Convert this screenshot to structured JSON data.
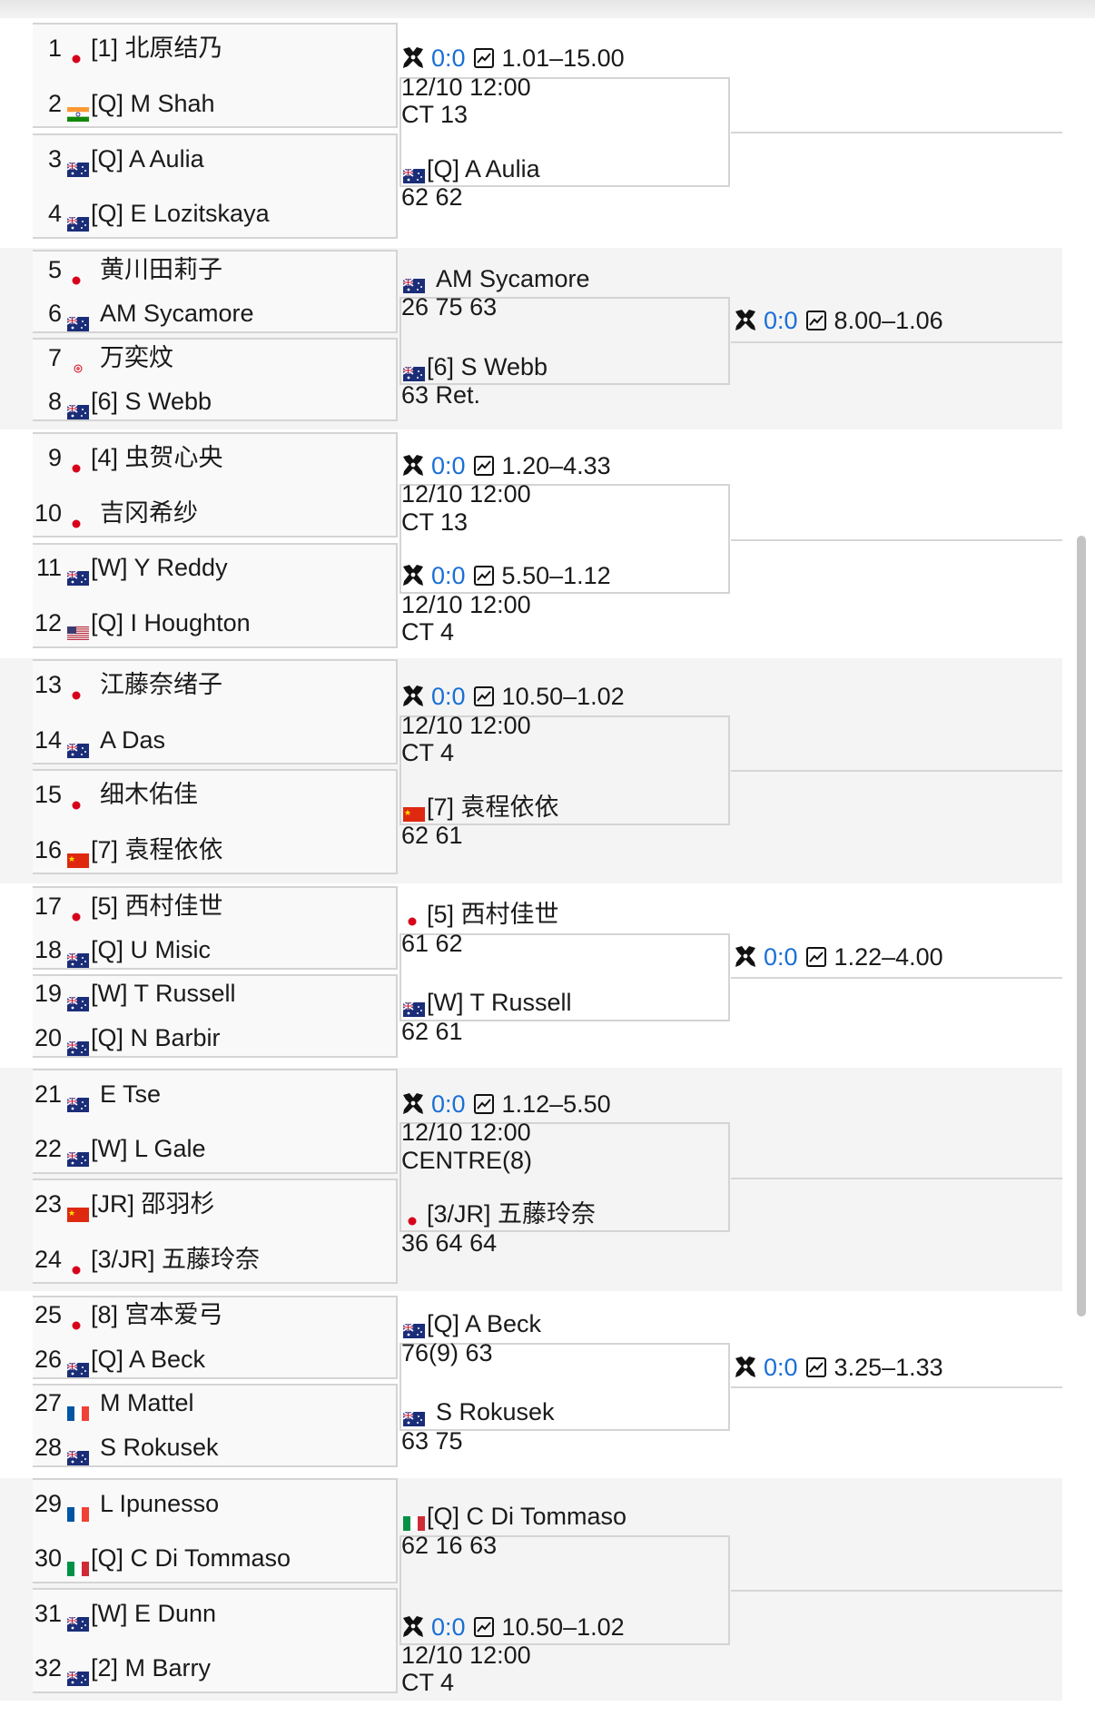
{
  "colors": {
    "odds_blue": "#1a6fd6",
    "jp": "#d7001a",
    "cn": "#de2910",
    "au_blue": "#1a2d78",
    "in_orange": "#ff9933",
    "in_green": "#138808",
    "us_red": "#b22234",
    "it_green": "#009246",
    "fr_blue": "#0055a4"
  },
  "players": [
    {
      "num": "1",
      "flag": "jp",
      "name": "[1] 北原结乃"
    },
    {
      "num": "2",
      "flag": "in",
      "name": "[Q] M Shah"
    },
    {
      "num": "3",
      "flag": "au",
      "name": "[Q] A Aulia"
    },
    {
      "num": "4",
      "flag": "au",
      "name": "[Q] E Lozitskaya"
    },
    {
      "num": "5",
      "flag": "jp",
      "name": "黄川田莉子"
    },
    {
      "num": "6",
      "flag": "au",
      "name": "AM Sycamore"
    },
    {
      "num": "7",
      "flag": "hk",
      "name": "万奕炆"
    },
    {
      "num": "8",
      "flag": "au",
      "name": "[6] S Webb"
    },
    {
      "num": "9",
      "flag": "jp",
      "name": "[4] 虫贺心央"
    },
    {
      "num": "10",
      "flag": "jp",
      "name": "吉冈希纱"
    },
    {
      "num": "11",
      "flag": "au",
      "name": "[W] Y Reddy"
    },
    {
      "num": "12",
      "flag": "us",
      "name": "[Q] I Houghton"
    },
    {
      "num": "13",
      "flag": "jp",
      "name": "江藤奈绪子"
    },
    {
      "num": "14",
      "flag": "au",
      "name": "A Das"
    },
    {
      "num": "15",
      "flag": "jp",
      "name": "细木佑佳"
    },
    {
      "num": "16",
      "flag": "cn",
      "name": "[7] 袁程依依"
    },
    {
      "num": "17",
      "flag": "jp",
      "name": "[5] 西村佳世"
    },
    {
      "num": "18",
      "flag": "au",
      "name": "[Q] U Misic"
    },
    {
      "num": "19",
      "flag": "au",
      "name": "[W] T Russell"
    },
    {
      "num": "20",
      "flag": "au",
      "name": "[Q] N Barbir"
    },
    {
      "num": "21",
      "flag": "au",
      "name": "E Tse"
    },
    {
      "num": "22",
      "flag": "au",
      "name": "[W] L Gale"
    },
    {
      "num": "23",
      "flag": "cn",
      "name": "[JR] 邵羽杉"
    },
    {
      "num": "24",
      "flag": "jp",
      "name": "[3/JR] 五藤玲奈"
    },
    {
      "num": "25",
      "flag": "jp",
      "name": "[8] 宫本爱弓"
    },
    {
      "num": "26",
      "flag": "au",
      "name": "[Q] A Beck"
    },
    {
      "num": "27",
      "flag": "fr",
      "name": "M Mattel"
    },
    {
      "num": "28",
      "flag": "au",
      "name": "S Rokusek"
    },
    {
      "num": "29",
      "flag": "fr",
      "name": "L Ipunesso"
    },
    {
      "num": "30",
      "flag": "it",
      "name": "[Q] C Di Tommaso"
    },
    {
      "num": "31",
      "flag": "au",
      "name": "[W] E Dunn"
    },
    {
      "num": "32",
      "flag": "au",
      "name": "[2] M Barry"
    }
  ],
  "round2": [
    {
      "kind": "sched",
      "score": "0:0",
      "odds": "1.01–15.00",
      "time": "12/10 12:00",
      "court": "CT 13"
    },
    {
      "kind": "result",
      "flag": "au",
      "name": "[Q] A Aulia",
      "score": "62 62"
    },
    {
      "kind": "result",
      "flag": "au",
      "name": "AM Sycamore",
      "score": "26 75 63"
    },
    {
      "kind": "result",
      "flag": "au",
      "name": "[6] S Webb",
      "score": "63 Ret."
    },
    {
      "kind": "sched",
      "score": "0:0",
      "odds": "1.20–4.33",
      "time": "12/10 12:00",
      "court": "CT 13"
    },
    {
      "kind": "sched",
      "score": "0:0",
      "odds": "5.50–1.12",
      "time": "12/10 12:00",
      "court": "CT 4"
    },
    {
      "kind": "sched",
      "score": "0:0",
      "odds": "10.50–1.02",
      "time": "12/10 12:00",
      "court": "CT 4"
    },
    {
      "kind": "result",
      "flag": "cn",
      "name": "[7] 袁程依依",
      "score": "62 61"
    },
    {
      "kind": "result",
      "flag": "jp",
      "name": "[5] 西村佳世",
      "score": "61 62"
    },
    {
      "kind": "result",
      "flag": "au",
      "name": "[W] T Russell",
      "score": "62 61"
    },
    {
      "kind": "sched",
      "score": "0:0",
      "odds": "1.12–5.50",
      "time": "12/10 12:00",
      "court": "CENTRE(8)"
    },
    {
      "kind": "result",
      "flag": "jp",
      "name": "[3/JR] 五藤玲奈",
      "score": "36 64 64"
    },
    {
      "kind": "result",
      "flag": "au",
      "name": "[Q] A Beck",
      "score": "76(9) 63"
    },
    {
      "kind": "result",
      "flag": "au",
      "name": "S Rokusek",
      "score": "63 75"
    },
    {
      "kind": "result",
      "flag": "it",
      "name": "[Q] C Di Tommaso",
      "score": "62 16 63"
    },
    {
      "kind": "sched",
      "score": "0:0",
      "odds": "10.50–1.02",
      "time": "12/10 12:00",
      "court": "CT 4"
    }
  ],
  "round3": [
    {
      "score": "0:0",
      "odds": "8.00–1.06"
    },
    {
      "score": "0:0",
      "odds": "1.22–4.00"
    },
    {
      "score": "0:0",
      "odds": "3.25–1.33"
    }
  ]
}
